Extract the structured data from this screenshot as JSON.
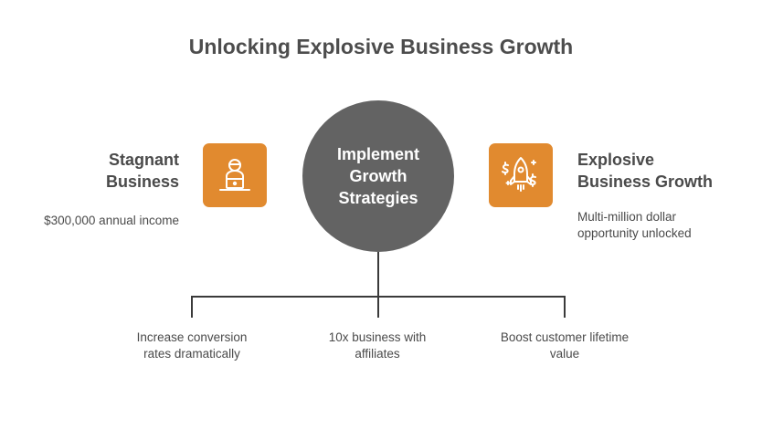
{
  "title": "Unlocking Explosive Business Growth",
  "left": {
    "heading": "Stagnant\nBusiness",
    "description": "$300,000 annual income",
    "icon": "person-at-laptop-icon"
  },
  "center": {
    "label": "Implement\nGrowth\nStrategies"
  },
  "right": {
    "heading": "Explosive\nBusiness Growth",
    "description": "Multi-million dollar\nopportunity unlocked",
    "icon": "rocket-dollar-icon"
  },
  "branches": [
    {
      "label": "Increase conversion\nrates dramatically"
    },
    {
      "label": "10x business with\naffiliates"
    },
    {
      "label": "Boost customer lifetime\nvalue"
    }
  ],
  "colors": {
    "accent": "#e18a2f",
    "circle": "#636363",
    "text": "#4a4a4a",
    "line": "#3a3a3a"
  }
}
